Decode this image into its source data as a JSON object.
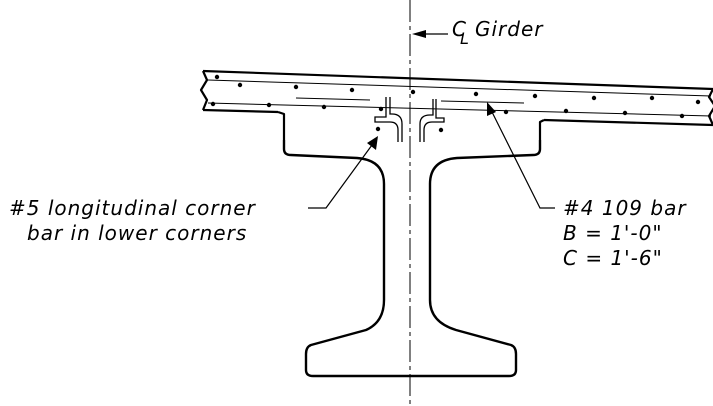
{
  "centerline": {
    "symbol": "C",
    "symbol_sub": "L",
    "text": "Girder"
  },
  "callout_left": {
    "line1": "#5 longitudinal corner",
    "line2": "bar in lower corners"
  },
  "callout_right": {
    "line1": "#4 109 bar",
    "line2": "B = 1'-0\"",
    "line3": "C = 1'-6\""
  },
  "colors": {
    "ink": "#000000",
    "background": "#ffffff"
  }
}
